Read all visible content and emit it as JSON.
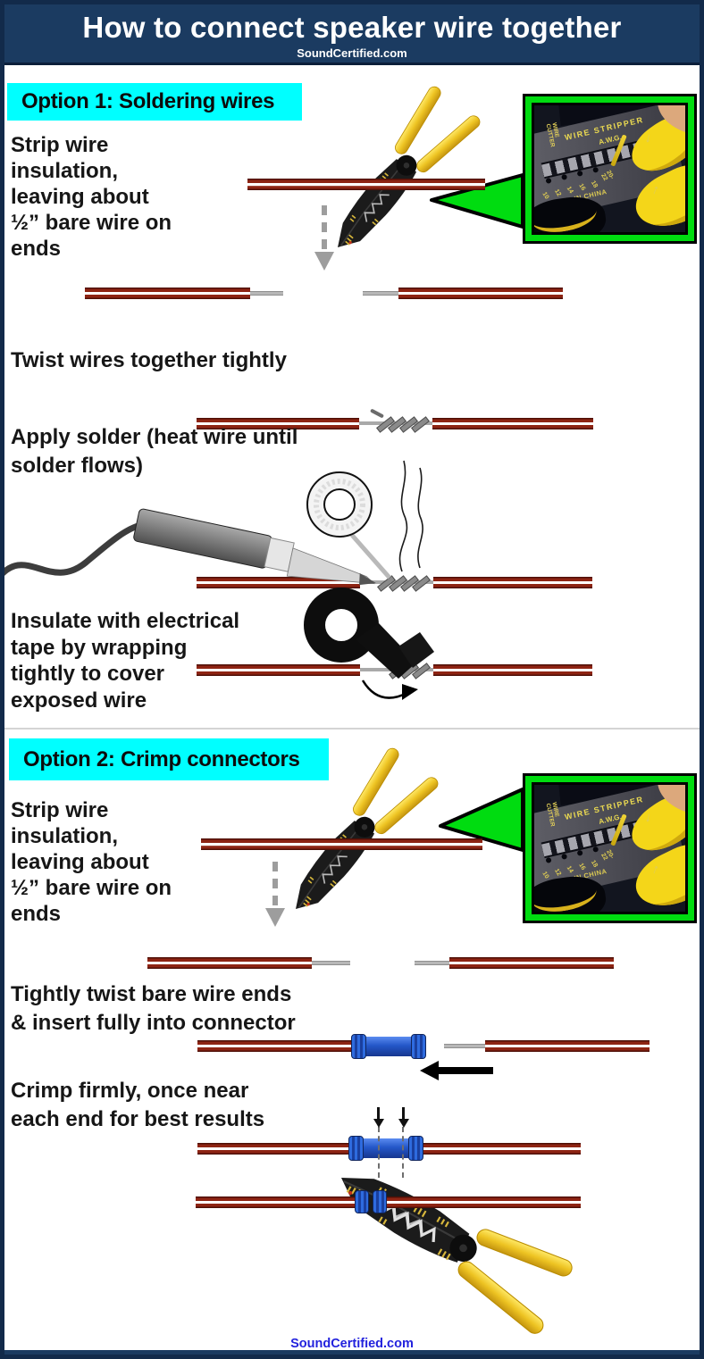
{
  "colors": {
    "navy": "#1b3b61",
    "cyan": "#00ffff",
    "wire_red": "#8e2413",
    "connector_blue": "#2457c9",
    "tool_yellow": "#edc322",
    "inset_green": "#00dc10",
    "footer_blue": "#2222dd"
  },
  "header": {
    "title": "How to connect speaker wire together",
    "site": "SoundCertified.com"
  },
  "option1": {
    "heading": "Option 1: Soldering wires",
    "strip_text": "Strip wire\ninsulation,\nleaving about\n½” bare wire on\nends",
    "twist_heading": "Twist wires together tightly",
    "solder_heading": "Apply solder (heat wire until\nsolder flows)",
    "insulate_heading": "Insulate with electrical\ntape by wrapping\ntightly to cover\nexposed wire"
  },
  "option2": {
    "heading": "Option 2: Crimp connectors",
    "strip_text": "Strip wire\ninsulation,\nleaving about\n½” bare wire on\nends",
    "twist_heading": "Tightly twist bare wire ends\n& insert fully into connector",
    "crimp_heading": "Crimp firmly, once near\neach end for best results"
  },
  "inset": {
    "tool_label": "WIRE STRIPPER",
    "awg": "A.W.G.",
    "side_label": "WIRE\nCUTTER",
    "gauges": [
      "10",
      "12",
      "14",
      "16",
      "18",
      "20-22"
    ],
    "origin": "MADE IN CHINA",
    "down_arrow": "↓",
    "up_arrow": "↑"
  },
  "footer": {
    "site": "SoundCertified.com"
  }
}
